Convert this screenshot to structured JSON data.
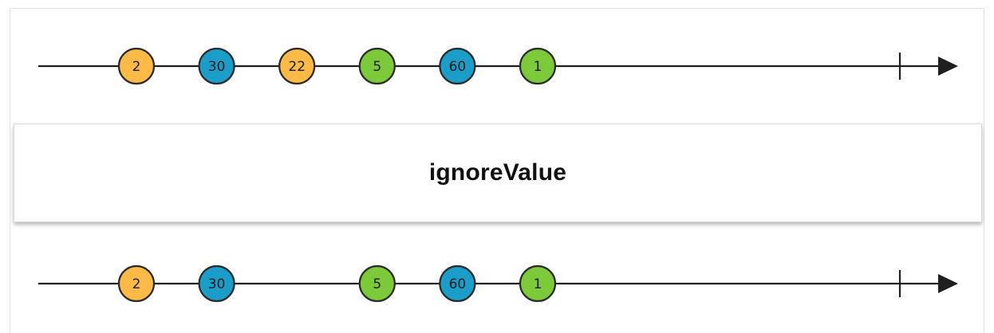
{
  "operator": {
    "label": "ignoreValue"
  },
  "colors": {
    "line": "#1f1f1f",
    "orange": "#fdba47",
    "blue": "#1a9dc9",
    "green": "#7cc93a",
    "marble_stroke": "#2a2a2a"
  },
  "input_stream": {
    "marbles": [
      {
        "label": "2",
        "color": "orange",
        "slot": 0
      },
      {
        "label": "30",
        "color": "blue",
        "slot": 1
      },
      {
        "label": "22",
        "color": "orange",
        "slot": 2
      },
      {
        "label": "5",
        "color": "green",
        "slot": 3
      },
      {
        "label": "60",
        "color": "blue",
        "slot": 4
      },
      {
        "label": "1",
        "color": "green",
        "slot": 5
      }
    ],
    "completed": true
  },
  "output_stream": {
    "marbles": [
      {
        "label": "2",
        "color": "orange",
        "slot": 0
      },
      {
        "label": "30",
        "color": "blue",
        "slot": 1
      },
      {
        "label": "5",
        "color": "green",
        "slot": 3
      },
      {
        "label": "60",
        "color": "blue",
        "slot": 4
      },
      {
        "label": "1",
        "color": "green",
        "slot": 5
      }
    ],
    "completed": true
  }
}
